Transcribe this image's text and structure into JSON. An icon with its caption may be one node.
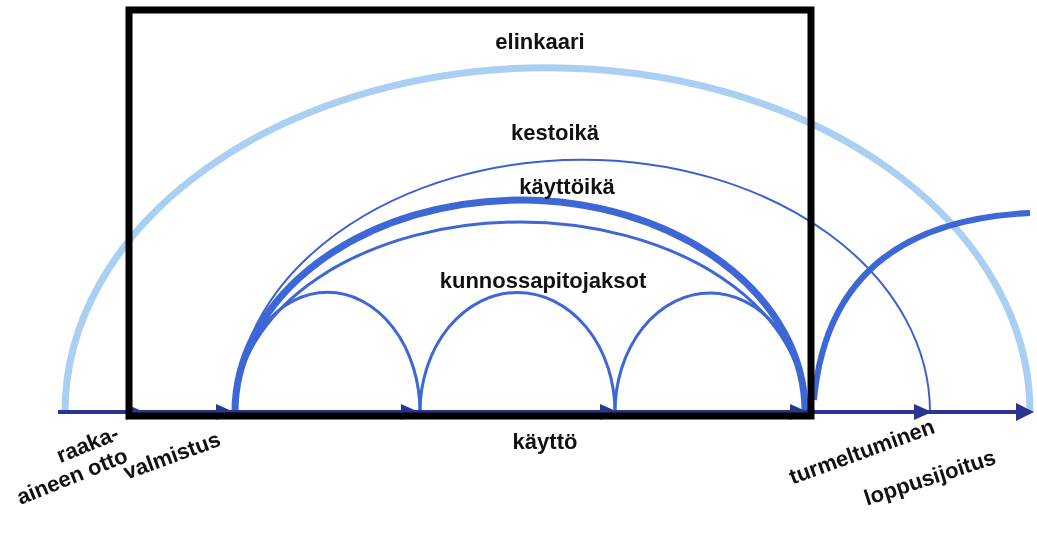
{
  "diagram": {
    "labels": [
      "elinkaari",
      "kestoikä",
      "käyttöikä",
      "kunnossapitojaksot",
      "käyttö",
      "raaka-aineen otto",
      "valmistus",
      "turmeltuminen",
      "loppusijoitus"
    ]
  }
}
